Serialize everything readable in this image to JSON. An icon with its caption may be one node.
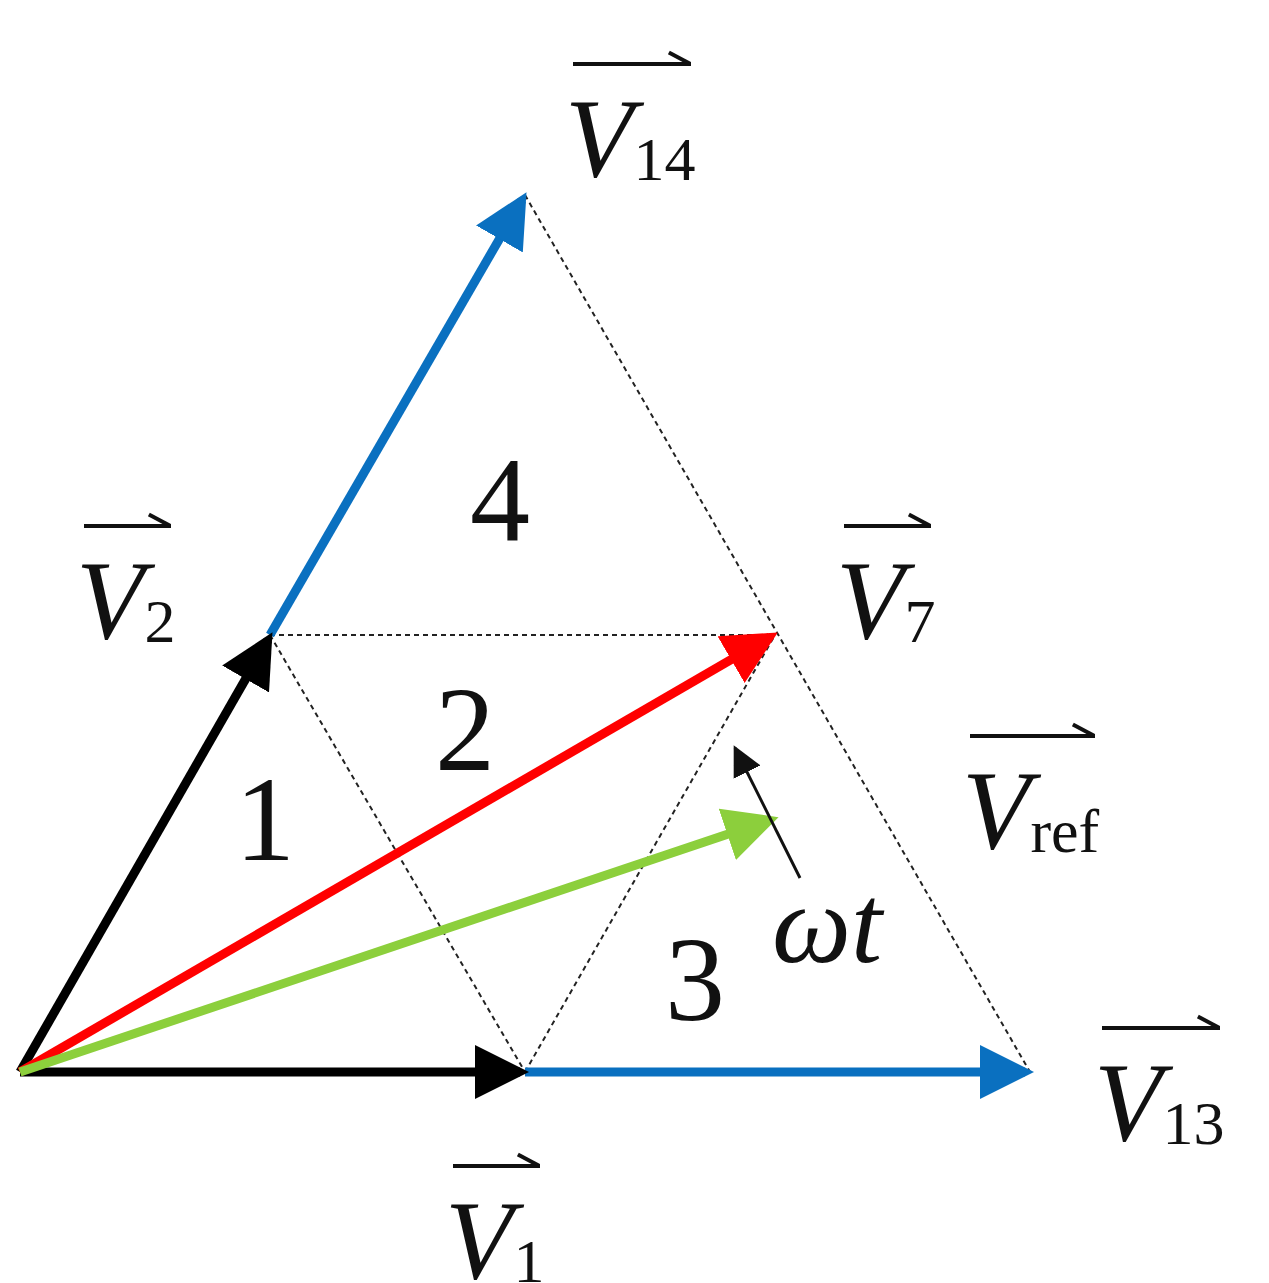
{
  "diagram": {
    "labels": [
      "*V*$_{14}$",
      "4",
      "*V*$_{2}$",
      "*V*$_{7}$",
      "2",
      "*V*$_{ref}$",
      "1",
      "ωt",
      "3",
      "*V*$_{13}$",
      "*V*$_{1}$"
    ]
  }
}
